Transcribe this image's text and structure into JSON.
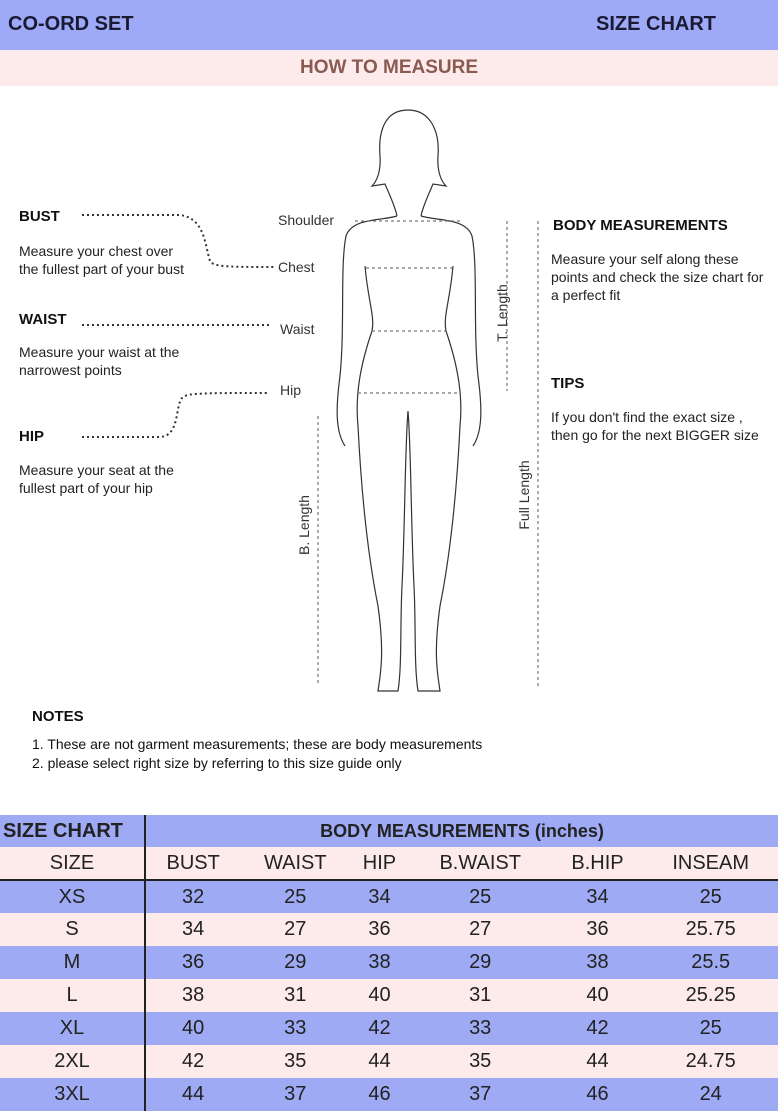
{
  "header": {
    "left": "CO-ORD SET",
    "right": "SIZE CHART"
  },
  "subheader": "HOW TO  MEASURE",
  "left_guides": [
    {
      "title": "BUST",
      "text": "Measure your chest over the fullest part of your bust"
    },
    {
      "title": "WAIST",
      "text": "Measure your waist at the narrowest points"
    },
    {
      "title": "HIP",
      "text": "Measure your seat at the fullest part of your hip"
    }
  ],
  "figure_labels": {
    "shoulder": "Shoulder",
    "chest": "Chest",
    "waist": "Waist",
    "hip": "Hip",
    "t_length": "T. Length",
    "b_length": "B. Length",
    "full_length": "Full Length"
  },
  "right_info": [
    {
      "title": "BODY MEASUREMENTS",
      "text": "Measure your self along these points and check the size chart for a perfect fit"
    },
    {
      "title": "TIPS",
      "text": "If you don't find the exact size , then go for the next BIGGER size"
    }
  ],
  "notes": {
    "title": "NOTES",
    "items": [
      "1. These are not garment measurements; these are body measurements",
      "2. please select right size by referring to this size guide only"
    ]
  },
  "table": {
    "title": "SIZE CHART",
    "group_header": "BODY MEASUREMENTS (inches)",
    "columns": [
      "SIZE",
      "BUST",
      "WAIST",
      "HIP",
      "B.WAIST",
      "B.HIP",
      "INSEAM"
    ],
    "rows": [
      [
        "XS",
        "32",
        "25",
        "34",
        "25",
        "34",
        "25"
      ],
      [
        "S",
        "34",
        "27",
        "36",
        "27",
        "36",
        "25.75"
      ],
      [
        "M",
        "36",
        "29",
        "38",
        "29",
        "38",
        "25.5"
      ],
      [
        "L",
        "38",
        "31",
        "40",
        "31",
        "40",
        "25.25"
      ],
      [
        "XL",
        "40",
        "33",
        "42",
        "33",
        "42",
        "25"
      ],
      [
        "2XL",
        "42",
        "35",
        "44",
        "35",
        "44",
        "24.75"
      ],
      [
        "3XL",
        "44",
        "37",
        "46",
        "37",
        "46",
        "24"
      ]
    ]
  },
  "colors": {
    "blue": "#9eaaf3",
    "pink": "#fcebea"
  }
}
